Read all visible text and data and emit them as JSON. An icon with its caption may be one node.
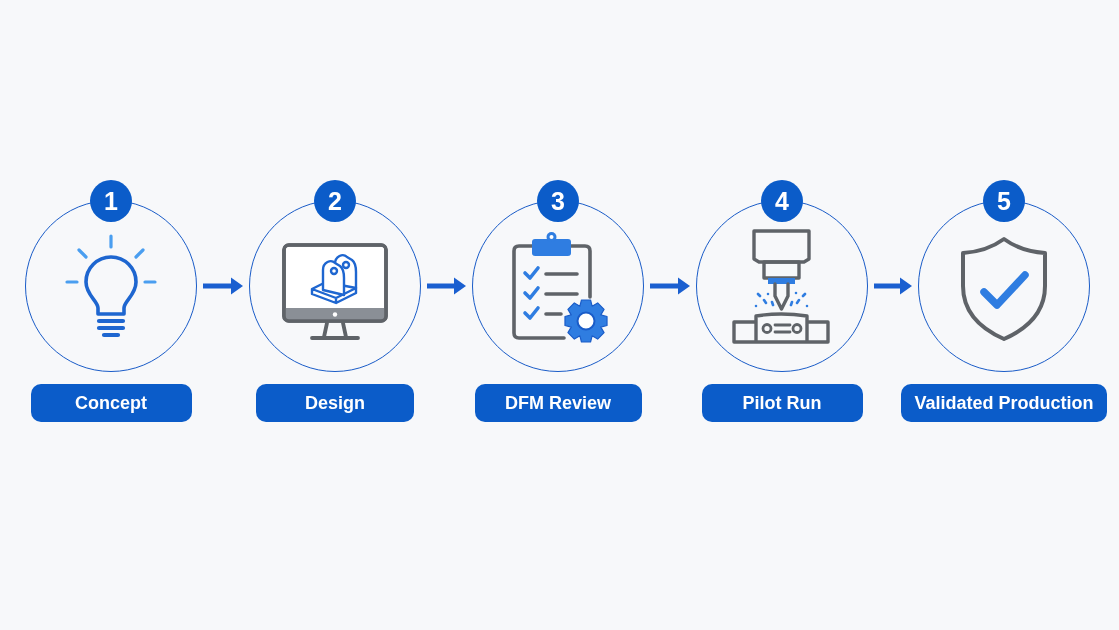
{
  "diagram": {
    "nodes": [
      {
        "text": [
          "1"
        ]
      },
      {
        "text": [],
        "shape": "circle"
      },
      {
        "text": [
          "Concept"
        ]
      },
      {
        "text": [
          "2"
        ]
      },
      {
        "text": [],
        "shape": "circle"
      },
      {
        "text": [
          "Design"
        ]
      },
      {
        "text": [
          "3"
        ]
      },
      {
        "text": [],
        "shape": "circle"
      },
      {
        "text": [
          "DFM Review"
        ]
      },
      {
        "text": [
          "4"
        ]
      },
      {
        "text": [],
        "shape": "circle"
      },
      {
        "text": [
          "Pilot Run"
        ]
      },
      {
        "text": [
          "5"
        ]
      },
      {
        "text": [],
        "shape": "circle"
      },
      {
        "text": [
          "Validated Production"
        ]
      }
    ],
    "edges": [
      {
        "from": 1,
        "to": 4,
        "arrow": "to"
      },
      {
        "from": 4,
        "to": 7,
        "arrow": "to"
      },
      {
        "from": 7,
        "to": 10,
        "arrow": "to"
      },
      {
        "from": 10,
        "to": 13,
        "arrow": "to"
      }
    ]
  }
}
